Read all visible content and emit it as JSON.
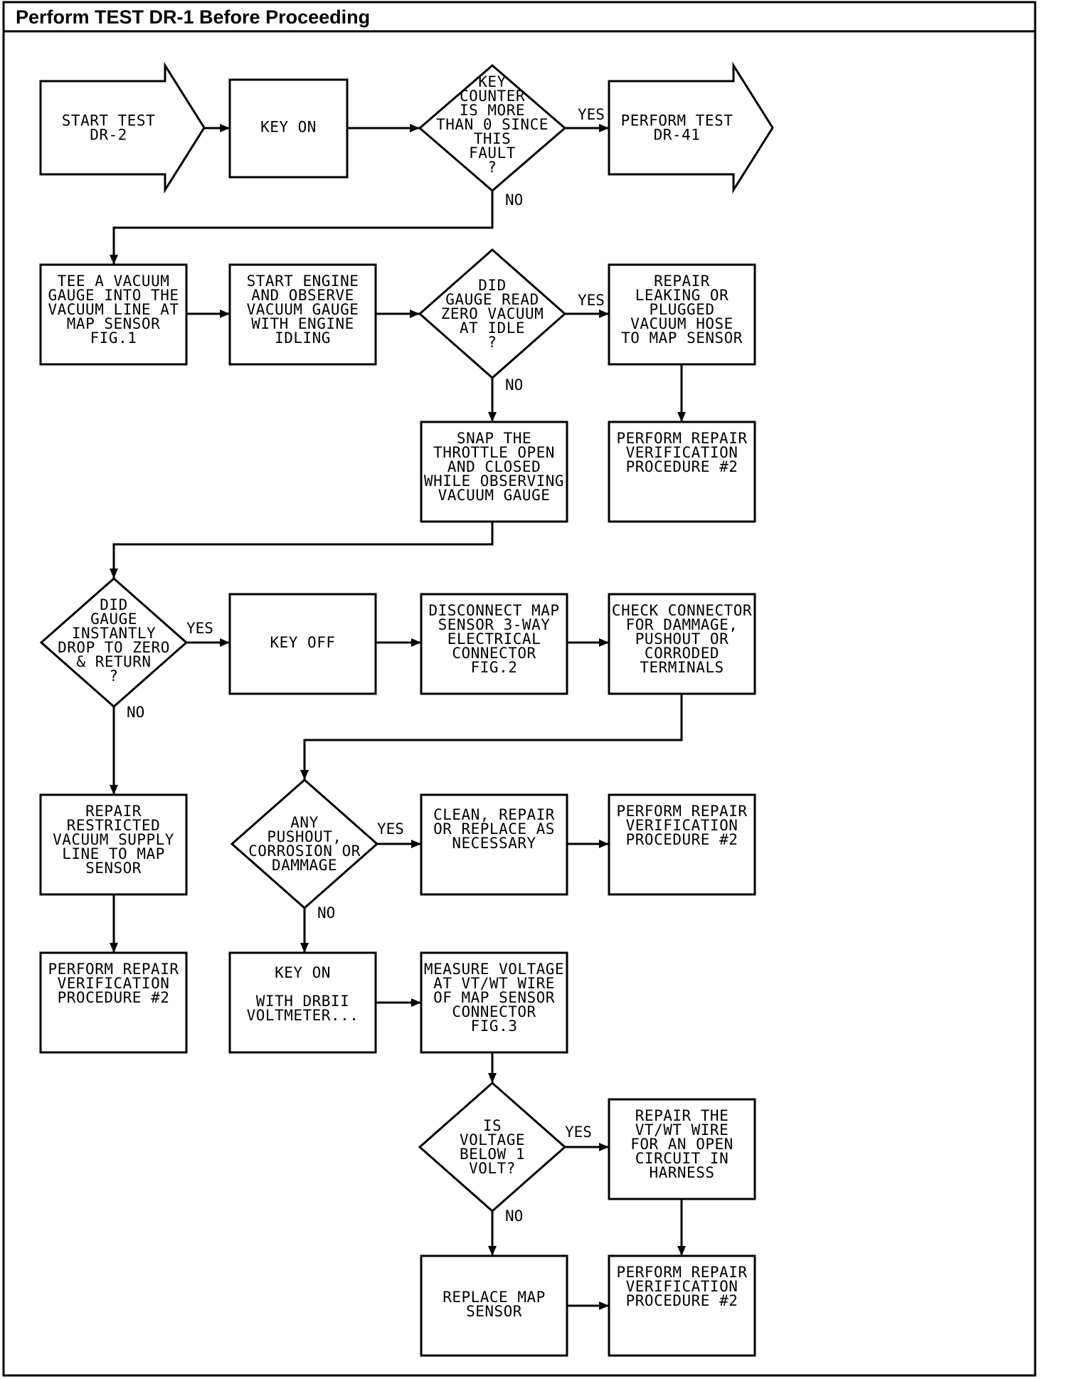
{
  "header": {
    "title": "Perform TEST DR-1 Before Proceeding"
  },
  "nodes": [
    {
      "id": "start",
      "lines": [
        "START TEST",
        "DR-2"
      ]
    },
    {
      "id": "key_on_1",
      "lines": [
        "KEY ON"
      ]
    },
    {
      "id": "key_counter",
      "lines": [
        "KEY",
        "COUNTER",
        "IS MORE",
        "THAN 0 SINCE",
        "THIS",
        "FAULT",
        "?"
      ]
    },
    {
      "id": "dr41",
      "lines": [
        "PERFORM TEST",
        "DR-41"
      ]
    },
    {
      "id": "tee_gauge",
      "lines": [
        "TEE A VACUUM",
        "GAUGE INTO THE",
        "VACUUM LINE AT",
        "MAP SENSOR",
        "FIG.1"
      ]
    },
    {
      "id": "start_engine",
      "lines": [
        "START ENGINE",
        "AND OBSERVE",
        "VACUUM GAUGE",
        "WITH ENGINE",
        "IDLING"
      ]
    },
    {
      "id": "gauge_zero",
      "lines": [
        "DID",
        "GAUGE READ",
        "ZERO VACUUM",
        "AT IDLE",
        "?"
      ]
    },
    {
      "id": "repair_leak",
      "lines": [
        "REPAIR",
        "LEAKING OR",
        "PLUGGED",
        "VACUUM HOSE",
        "TO MAP SENSOR"
      ]
    },
    {
      "id": "verify_1",
      "lines": [
        "PERFORM REPAIR",
        "VERIFICATION",
        "PROCEDURE #2"
      ]
    },
    {
      "id": "snap",
      "lines": [
        "SNAP THE",
        "THROTTLE OPEN",
        "AND CLOSED",
        "WHILE OBSERVING",
        "VACUUM GAUGE"
      ]
    },
    {
      "id": "gauge_drop",
      "lines": [
        "DID",
        "GAUGE",
        "INSTANTLY",
        "DROP TO ZERO",
        "& RETURN",
        "?"
      ]
    },
    {
      "id": "key_off",
      "lines": [
        "KEY OFF"
      ]
    },
    {
      "id": "disconnect",
      "lines": [
        "DISCONNECT MAP",
        "SENSOR 3-WAY",
        "ELECTRICAL",
        "CONNECTOR",
        "FIG.2"
      ]
    },
    {
      "id": "check_conn",
      "lines": [
        "CHECK CONNECTOR",
        "FOR DAMMAGE,",
        "PUSHOUT OR",
        "CORRODED",
        "TERMINALS"
      ]
    },
    {
      "id": "repair_restricted",
      "lines": [
        "REPAIR",
        "RESTRICTED",
        "VACUUM SUPPLY",
        "LINE TO MAP",
        "SENSOR"
      ]
    },
    {
      "id": "any_pushout",
      "lines": [
        "ANY",
        "PUSHOUT,",
        "CORROSION OR",
        "DAMMAGE"
      ]
    },
    {
      "id": "clean",
      "lines": [
        "CLEAN, REPAIR",
        "OR REPLACE AS",
        "NECESSARY"
      ]
    },
    {
      "id": "verify_2",
      "lines": [
        "PERFORM REPAIR",
        "VERIFICATION",
        "PROCEDURE #2"
      ]
    },
    {
      "id": "verify_3",
      "lines": [
        "PERFORM REPAIR",
        "VERIFICATION",
        "PROCEDURE #2"
      ]
    },
    {
      "id": "key_on_2",
      "lines": [
        "KEY ON",
        "",
        "WITH DRBII",
        "VOLTMETER..."
      ]
    },
    {
      "id": "measure",
      "lines": [
        "MEASURE VOLTAGE",
        "AT VT/WT WIRE",
        "OF MAP SENSOR",
        "CONNECTOR",
        "FIG.3"
      ]
    },
    {
      "id": "voltage",
      "lines": [
        "IS",
        "VOLTAGE",
        "BELOW 1",
        "VOLT?"
      ]
    },
    {
      "id": "repair_wire",
      "lines": [
        "REPAIR THE",
        "VT/WT WIRE",
        "FOR AN OPEN",
        "CIRCUIT IN",
        "HARNESS"
      ]
    },
    {
      "id": "replace_map",
      "lines": [
        "REPLACE MAP",
        "SENSOR"
      ]
    },
    {
      "id": "verify_4",
      "lines": [
        "PERFORM REPAIR",
        "VERIFICATION",
        "PROCEDURE #2"
      ]
    }
  ],
  "branch_labels": {
    "key_counter_yes": "YES",
    "key_counter_no": "NO",
    "gauge_zero_yes": "YES",
    "gauge_zero_no": "NO",
    "gauge_drop_yes": "YES",
    "gauge_drop_no": "NO",
    "any_pushout_yes": "YES",
    "any_pushout_no": "NO",
    "voltage_yes": "YES",
    "voltage_no": "NO"
  }
}
